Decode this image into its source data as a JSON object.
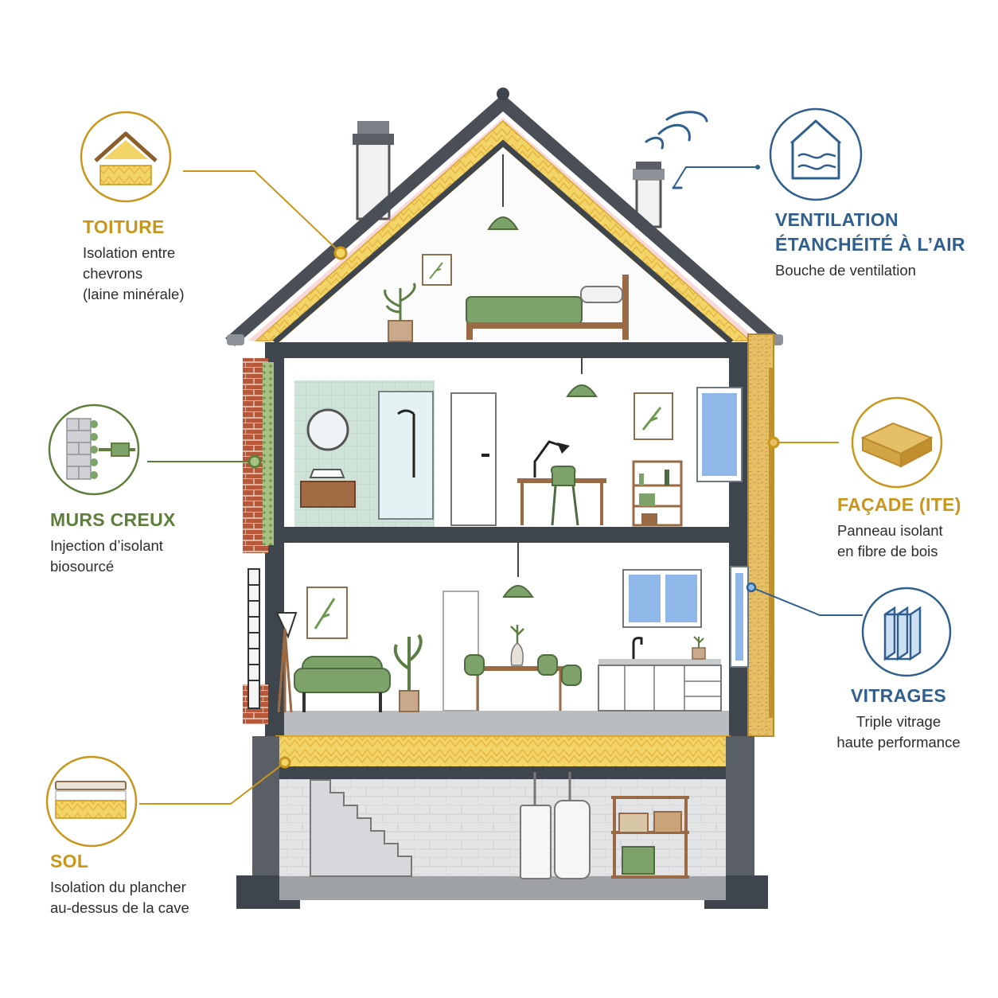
{
  "colors": {
    "gold": "#c9961c",
    "green": "#5e7f3c",
    "blue": "#2f5f8f",
    "insulation": "#f3d466",
    "wall_dark": "#3f454d",
    "roof": "#4a4f57",
    "brick": "#b8583a",
    "furniture_green": "#7da36b",
    "wood": "#9a6a45"
  },
  "callouts": {
    "toiture": {
      "title": "TOITURE",
      "desc": "Isolation entre\nchevrons\n(laine minérale)",
      "icon": "roof-insulation-icon"
    },
    "murs": {
      "title": "MURS CREUX",
      "desc": "Injection d’isolant\nbiosourcé",
      "icon": "cavity-wall-injection-icon"
    },
    "sol": {
      "title": "SOL",
      "desc": "Isolation du plancher\nau-dessus de la cave",
      "icon": "floor-insulation-icon"
    },
    "ventilation": {
      "title": "VENTILATION",
      "title2": "ÉTANCHÉITÉ À L’AIR",
      "desc": "Bouche de ventilation",
      "icon": "house-airflow-icon"
    },
    "facade": {
      "title": "FAÇADE (ITE)",
      "desc": "Panneau isolant\nen fibre de bois",
      "icon": "wood-fiber-panel-icon"
    },
    "vitrages": {
      "title": "VITRAGES",
      "desc": "Triple vitrage\nhaute performance",
      "icon": "triple-glazing-icon"
    }
  }
}
